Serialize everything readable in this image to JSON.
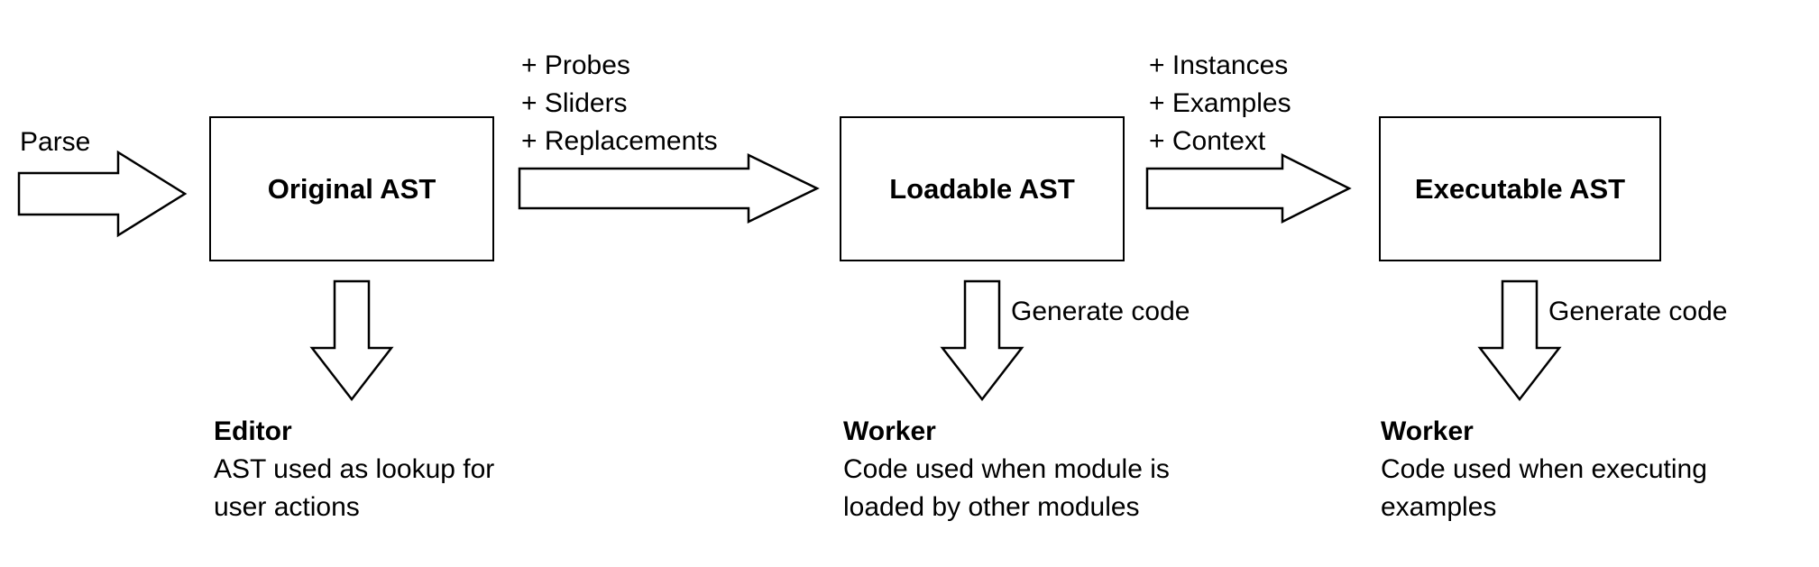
{
  "diagram": {
    "parse_label": "Parse",
    "boxes": [
      {
        "label": "Original AST"
      },
      {
        "label": "Loadable AST"
      },
      {
        "label": "Executable AST"
      }
    ],
    "transitions": [
      {
        "lines": [
          "+ Probes",
          "+ Sliders",
          "+ Replacements"
        ]
      },
      {
        "lines": [
          "+ Instances",
          "+ Examples",
          "+ Context"
        ]
      }
    ],
    "generate_code_label": "Generate code",
    "outputs": [
      {
        "title": "Editor",
        "lines": [
          "AST used as lookup for",
          "user actions"
        ]
      },
      {
        "title": "Worker",
        "lines": [
          "Code used when module is",
          "loaded by other modules"
        ]
      },
      {
        "title": "Worker",
        "lines": [
          "Code used when executing",
          "examples"
        ]
      }
    ],
    "colors": {
      "background": "#ffffff",
      "line": "#000000",
      "text": "#000000"
    }
  }
}
